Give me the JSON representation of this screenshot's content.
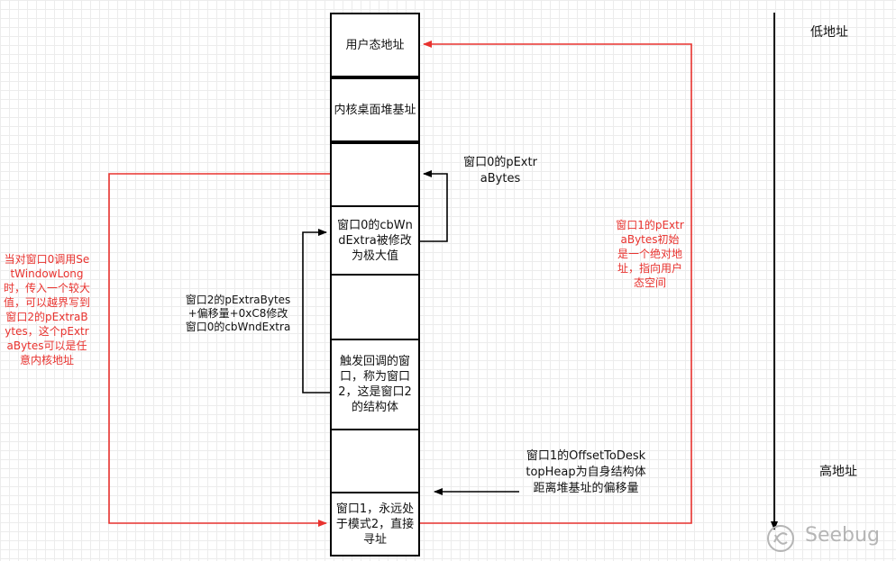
{
  "stack_cells": [
    {
      "id": "user-mode-address",
      "text": "用户态地址"
    },
    {
      "id": "kernel-desktop-heap-base",
      "text": "内核桌面堆基址"
    },
    {
      "id": "empty-1",
      "text": ""
    },
    {
      "id": "window0-cbwndextra",
      "text": "窗口0的cbWndExtra被修改为极大值"
    },
    {
      "id": "empty-2",
      "text": ""
    },
    {
      "id": "callback-window2",
      "text": "触发回调的窗口，称为窗口2，这是窗口2的结构体"
    },
    {
      "id": "empty-3",
      "text": ""
    },
    {
      "id": "window1-mode2",
      "text": "窗口1，永远处于模式2，直接寻址"
    }
  ],
  "labels": {
    "low_address": "低地址",
    "high_address": "高地址",
    "window0_pextrabytes": "窗口0的pExtraBytes",
    "window2_offset": "窗口2的pExtraBytes+偏移量+0xC8修改窗口0的cbWndExtra",
    "window1_offset": "窗口1的OffsetToDesktopHeap为自身结构体距离堆基址的偏移量",
    "left_red": "当对窗口0调用SetWindowLong时，传入一个较大值，可以越界写到窗口2的pExtraBytes，这个pExtraBytes可以是任意内核地址",
    "right_red": "窗口1的pExtraBytes初始是一个绝对地址，指向用户态空间"
  },
  "watermark": "Seebug",
  "colors": {
    "red": "#e8322e",
    "black": "#000000"
  }
}
